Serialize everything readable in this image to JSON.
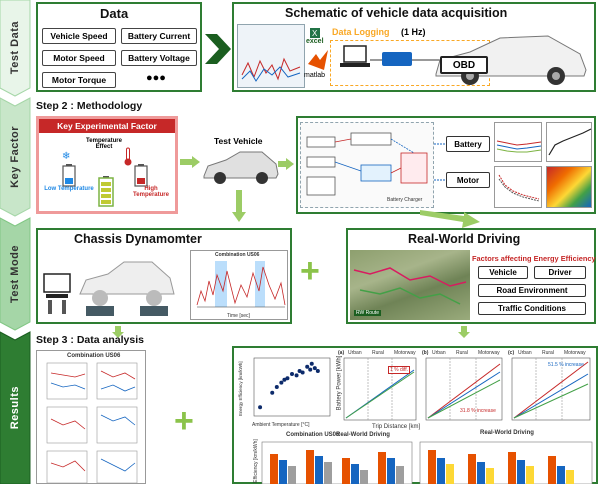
{
  "stages": [
    {
      "label": "Test Data"
    },
    {
      "label": "Key Factor"
    },
    {
      "label": "Test Mode"
    },
    {
      "label": "Results"
    }
  ],
  "data_box": {
    "title": "Data",
    "items": [
      "Vehicle Speed",
      "Battery Current",
      "Motor Speed",
      "Battery Voltage",
      "Motor Torque",
      "●●●"
    ]
  },
  "schematic": {
    "title": "Schematic of vehicle data acquisition",
    "logging": "Data Logging",
    "rate": "(1 Hz)",
    "excel": "excel",
    "matlab": "matlab",
    "obd": "OBD"
  },
  "step2": {
    "title": "Step 2 : Methodology",
    "factor_title": "Key Experimental Factor",
    "temp_effect": "Temperature Effect",
    "low_temp": "Low Temperature",
    "high_temp": "High Temperature",
    "test_vehicle": "Test Vehicle",
    "battery": "Battery",
    "motor": "Motor",
    "charger": "Battery Charger"
  },
  "chassis": {
    "title": "Chassis Dynamomter",
    "cycle": "Combination US06",
    "xlabel": "Time [sec]"
  },
  "realworld": {
    "title": "Real-World Driving",
    "factors_title": "Factors affecting Energy Efficiency",
    "factors": [
      "Vehicle",
      "Driver",
      "Road Environment",
      "Traffic Conditions"
    ],
    "route": "RW Route"
  },
  "step3": {
    "title": "Step 3 : Data analysis",
    "left_title": "Combination US06",
    "scatter_xlabel": "Ambient Temperature [°C]",
    "scatter_ylabel": "Energy Efficiency [km/kWh]",
    "trip_plots": [
      {
        "tag": "(a)",
        "segments": [
          "Urban",
          "Rural",
          "Motorway"
        ],
        "note": "1 % diff."
      },
      {
        "tag": "(b)",
        "segments": [
          "Urban",
          "Rural",
          "Motorway"
        ],
        "note": "31.8 % increase"
      },
      {
        "tag": "(c)",
        "segments": [
          "Urban",
          "Rural",
          "Motorway"
        ],
        "note": "51.5 % increase"
      }
    ],
    "trip_xlabel": "Trip Distance [km]",
    "trip_ylabel": "Battery Power [kWh]",
    "bottom_titles": [
      "Combination US06",
      "Real-World Driving",
      "Real-World Driving"
    ],
    "bottom_ylabel": "Efficiency [km/kWh]"
  },
  "colors": {
    "green": "#2e7d32",
    "light_green": "#8bc34a",
    "red": "#c62828",
    "blue": "#1565c0"
  },
  "chart_data": [
    {
      "type": "scatter",
      "title": "",
      "xlabel": "Ambient Temperature [°C]",
      "ylabel": "Energy Efficiency [km/kWh]",
      "xlim": [
        -10,
        40
      ],
      "ylim": [
        4,
        8
      ],
      "x": [
        -6,
        2,
        5,
        8,
        10,
        12,
        15,
        18,
        20,
        22,
        25,
        27,
        28,
        30,
        32
      ],
      "y": [
        4.6,
        5.6,
        6.0,
        6.3,
        6.5,
        6.6,
        6.9,
        6.8,
        7.1,
        7.0,
        7.4,
        7.2,
        7.6,
        7.3,
        7.1
      ]
    }
  ]
}
